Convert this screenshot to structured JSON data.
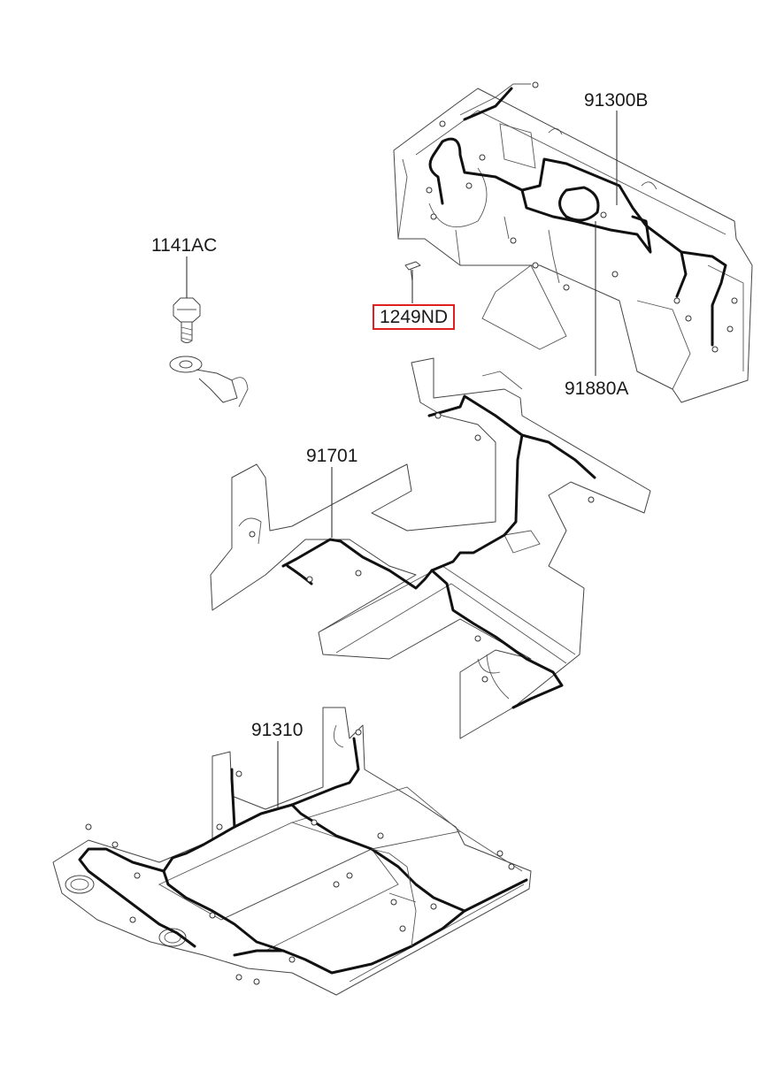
{
  "parts": {
    "p91300B": "91300B",
    "p1141AC": "1141AC",
    "p1249ND": "1249ND",
    "p91880A": "91880A",
    "p91701": "91701",
    "p91310": "91310"
  },
  "highlight_color": "#e02020"
}
